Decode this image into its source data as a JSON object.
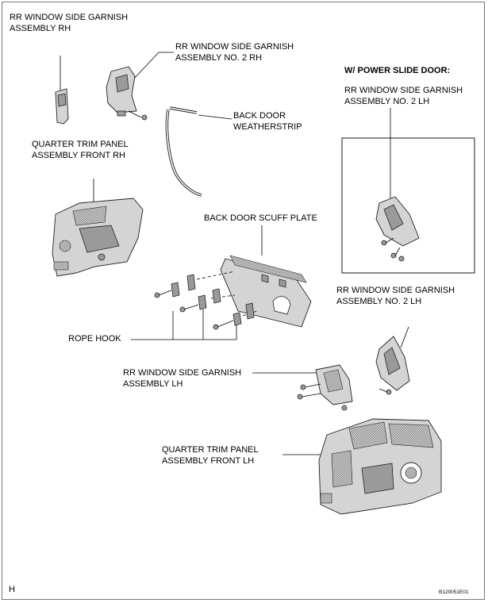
{
  "labels": {
    "rr_garnish_rh": [
      "RR WINDOW SIDE GARNISH",
      "ASSEMBLY RH"
    ],
    "rr_garnish_no2_rh": [
      "RR WINDOW SIDE GARNISH",
      "ASSEMBLY NO. 2 RH"
    ],
    "back_door_weatherstrip": [
      "BACK DOOR",
      "WEATHERSTRIP"
    ],
    "quarter_trim_front_rh": [
      "QUARTER TRIM PANEL",
      "ASSEMBLY FRONT RH"
    ],
    "back_door_scuff_plate": "BACK DOOR SCUFF PLATE",
    "power_slide_door": "W/ POWER SLIDE DOOR:",
    "rr_garnish_no2_lh_inset": [
      "RR WINDOW SIDE GARNISH",
      "ASSEMBLY NO. 2 LH"
    ],
    "rr_garnish_no2_lh": [
      "RR WINDOW SIDE GARNISH",
      "ASSEMBLY NO. 2 LH"
    ],
    "rope_hook": "ROPE HOOK",
    "rr_garnish_lh": [
      "RR WINDOW SIDE GARNISH",
      "ASSEMBLY LH"
    ],
    "quarter_trim_front_lh": [
      "QUARTER TRIM PANEL",
      "ASSEMBLY FRONT LH"
    ]
  },
  "corner_mark": "H",
  "figure_code": "B120051E01"
}
